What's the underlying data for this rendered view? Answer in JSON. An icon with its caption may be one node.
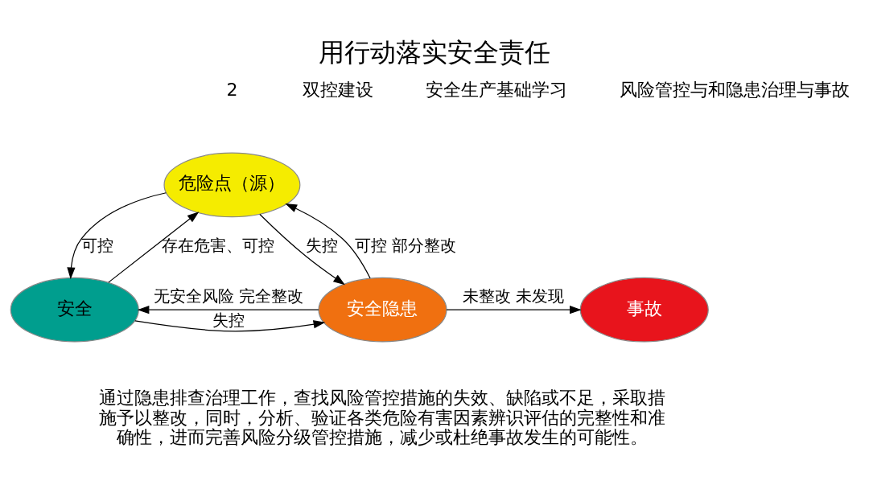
{
  "diagram": {
    "title": "用行动落实安全责任",
    "nodes": [
      {
        "text": [
          "危险点（源）"
        ]
      },
      {
        "text": [
          "安全"
        ]
      },
      {
        "text": [
          "安全隐患"
        ]
      },
      {
        "text": [
          "事故"
        ]
      }
    ],
    "edges": [
      {
        "from": 0,
        "to": 1,
        "arrow": "to",
        "label": "可控"
      },
      {
        "from": 1,
        "to": 0,
        "arrow": "to",
        "label": "存在危害、可控"
      },
      {
        "from": 0,
        "to": 2,
        "arrow": "to",
        "label": "失控"
      },
      {
        "from": 1,
        "to": 2,
        "arrow": "to",
        "label": "失控"
      },
      {
        "from": 2,
        "to": 0,
        "arrow": "to",
        "label": "可控 部分整改"
      },
      {
        "from": 2,
        "to": 1,
        "arrow": "to",
        "label": "无安全风险 完全整改"
      },
      {
        "from": 2,
        "to": 3,
        "arrow": "to",
        "label": "未整改 未发现"
      }
    ],
    "labels": [
      "2",
      "双控建设",
      "安全生产基础学习",
      "风险管控与和隐患治理与事故",
      "通过隐患排查治理工作，查找风险管控措施的失效、缺陷或不足，采取措施予以整改，同时，分析、验证各类危险有害因素辨识评估的完整性和准确性，进而完善风险分级管控措施，减少或杜绝事故发生的可能性。"
    ]
  }
}
